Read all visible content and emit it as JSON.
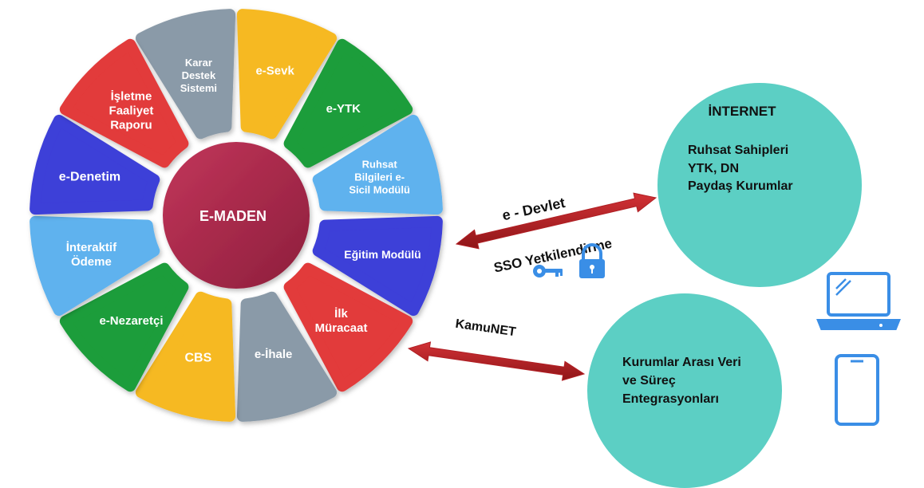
{
  "center": {
    "label": "E-MADEN",
    "color": "#a8294b"
  },
  "modules": [
    {
      "id": "karar-destek",
      "lines": [
        "Karar",
        "Destek",
        "Sistemi"
      ],
      "color": "#8a9aa8"
    },
    {
      "id": "e-sevk",
      "lines": [
        "e-Sevk"
      ],
      "color": "#f6b923"
    },
    {
      "id": "e-ytk",
      "lines": [
        "e-YTK"
      ],
      "color": "#1f9d3a"
    },
    {
      "id": "ruhsat-bilgileri",
      "lines": [
        "Ruhsat",
        "Bilgileri e-",
        "Sicil Modülü"
      ],
      "color": "#5fb2ee"
    },
    {
      "id": "egitim-modulu",
      "lines": [
        "Eğitim Modülü"
      ],
      "color": "#3d3fd8"
    },
    {
      "id": "ilk-muracaat",
      "lines": [
        "İlk",
        "Müracaat"
      ],
      "color": "#e23a3a"
    },
    {
      "id": "e-ihale",
      "lines": [
        "e-İhale"
      ],
      "color": "#8a9aa8"
    },
    {
      "id": "cbs",
      "lines": [
        "CBS"
      ],
      "color": "#f6b923"
    },
    {
      "id": "e-nezaretci",
      "lines": [
        "e-Nezaretçi"
      ],
      "color": "#1f9d3a"
    },
    {
      "id": "interaktif-odeme",
      "lines": [
        "İnteraktif",
        "Ödeme"
      ],
      "color": "#5fb2ee"
    },
    {
      "id": "e-denetim",
      "lines": [
        "e-Denetim"
      ],
      "color": "#3d3fd8"
    },
    {
      "id": "isletme-faaliyet",
      "lines": [
        "İşletme",
        "Faaliyet",
        "Raporu"
      ],
      "color": "#e23a3a"
    }
  ],
  "internet": {
    "title": "İNTERNET",
    "lines": [
      "Ruhsat Sahipleri",
      "YTK, DN",
      "Paydaş Kurumlar"
    ],
    "color": "#5ccfc4"
  },
  "kurumlar": {
    "lines": [
      "Kurumlar Arası Veri",
      "ve Süreç",
      "Entegrasyonları"
    ],
    "color": "#5ccfc4"
  },
  "connections": {
    "edevlet": "e - Devlet",
    "sso": "SSO Yetkilendirme",
    "kamunet": "KamuNET",
    "arrow_color": "#b01f24"
  },
  "icons": [
    "key-icon",
    "padlock-icon",
    "laptop-icon",
    "tablet-icon"
  ],
  "icon_color": "#3a8ee6"
}
